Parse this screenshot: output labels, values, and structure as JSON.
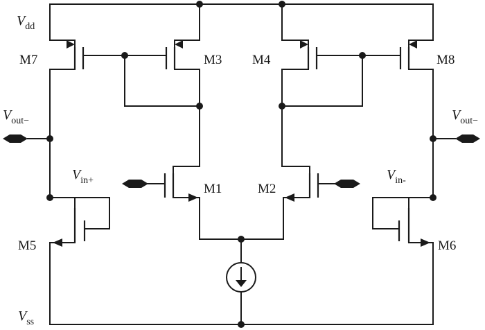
{
  "supply": {
    "vdd": {
      "symbol": "V",
      "subscript": "dd"
    },
    "vss": {
      "symbol": "V",
      "subscript": "ss"
    }
  },
  "ports": {
    "vout_left": {
      "symbol": "V",
      "subscript": "out−"
    },
    "vout_right": {
      "symbol": "V",
      "subscript": "out−"
    },
    "vin_plus": {
      "symbol": "V",
      "subscript": "in+"
    },
    "vin_minus": {
      "symbol": "V",
      "subscript": "in-"
    }
  },
  "transistors": {
    "m1": "M1",
    "m2": "M2",
    "m3": "M3",
    "m4": "M4",
    "m5": "M5",
    "m6": "M6",
    "m7": "M7",
    "m8": "M8"
  }
}
